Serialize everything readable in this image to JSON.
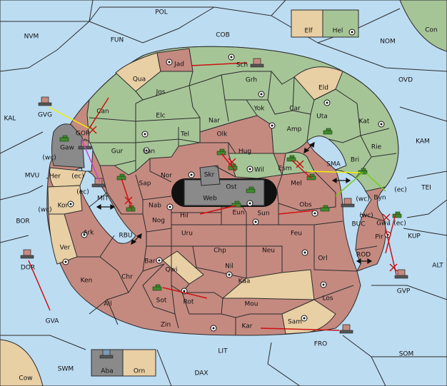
{
  "colors": {
    "sea": "#bcdcf2",
    "green_power": "#a6c597",
    "red_power": "#c48a80",
    "neutral": "#e8cfa4",
    "gray_power": "#8a8a8a",
    "order_red": "#cc1111",
    "order_yellow": "#f2f200",
    "order_green": "#70d020",
    "order_magenta": "#cc44cc"
  },
  "legend": {
    "elf": "Elf",
    "hel": "Hel",
    "aba": "Aba",
    "orn": "Orn"
  },
  "sea_labels": {
    "pol": "POL",
    "nvm": "NVM",
    "fun": "FUN",
    "cob": "COB",
    "nom": "NOM",
    "con": "Con",
    "ovd": "OVD",
    "kal": "KAL",
    "kam": "KAM",
    "mvu": "MVU",
    "tei": "TEI",
    "bor": "BOR",
    "alt": "ALT",
    "kup": "KUP",
    "buc": "BUC",
    "rod": "ROD",
    "gva": "GVA",
    "gvp": "GVP",
    "gvg": "GVG",
    "dor": "DOR",
    "fro": "FRO",
    "som": "SOM",
    "swm": "SWM",
    "lit": "LIT",
    "dax": "DAX",
    "cow": "Cow",
    "mit": "MIT",
    "rbu": "RBU",
    "sma": "SMA"
  },
  "provinces": {
    "jad": "Jad",
    "sch": "Sch",
    "qua": "Qua",
    "jos": "Jos",
    "grh": "Grh",
    "eld": "Eld",
    "can": "Can",
    "elc": "Elc",
    "nar": "Nar",
    "yok": "Yok",
    "car": "Car",
    "uta": "Uta",
    "kat": "Kat",
    "gor": "GOR",
    "gaw": "Gaw",
    "tel": "Tel",
    "olk": "Olk",
    "amp": "Amp",
    "rie": "Rie",
    "gur": "Gur",
    "lan": "Lan",
    "hug": "Hug",
    "bri": "Bri",
    "wil": "Wil",
    "esm": "Esm",
    "nor": "Nor",
    "skr": "Skr",
    "ost": "Ost",
    "mel": "Mel",
    "byn": "Byn",
    "her": "Her",
    "sap": "Sap",
    "web": "Web",
    "kor": "Kor",
    "nab": "Nab",
    "eun": "Eun",
    "sun": "Sun",
    "obs": "Obs",
    "hil": "Hil",
    "nog": "Nog",
    "ark": "Ark",
    "uru": "Uru",
    "feu": "Feu",
    "gwa": "Gwa",
    "pir": "Pir",
    "ver": "Ver",
    "chp": "Chp",
    "neu": "Neu",
    "orl": "Orl",
    "bar": "Bar",
    "qwi": "Qwi",
    "nil": "Nil",
    "ken": "Ken",
    "chr": "Chr",
    "kaa": "Kaa",
    "ail": "Ail",
    "sot": "Sot",
    "rot": "Rot",
    "mou": "Mou",
    "los": "Los",
    "zin": "Zin",
    "kar": "Kar",
    "sam": "Sam"
  },
  "coast_tags": {
    "wc1": "(wc)",
    "ec1": "(ec)",
    "ec2": "(ec)",
    "wc2": "(wc)",
    "wc3": "(wc)",
    "ec3": "(ec)",
    "wc4": "(wc)",
    "ec4": "(ec)"
  }
}
